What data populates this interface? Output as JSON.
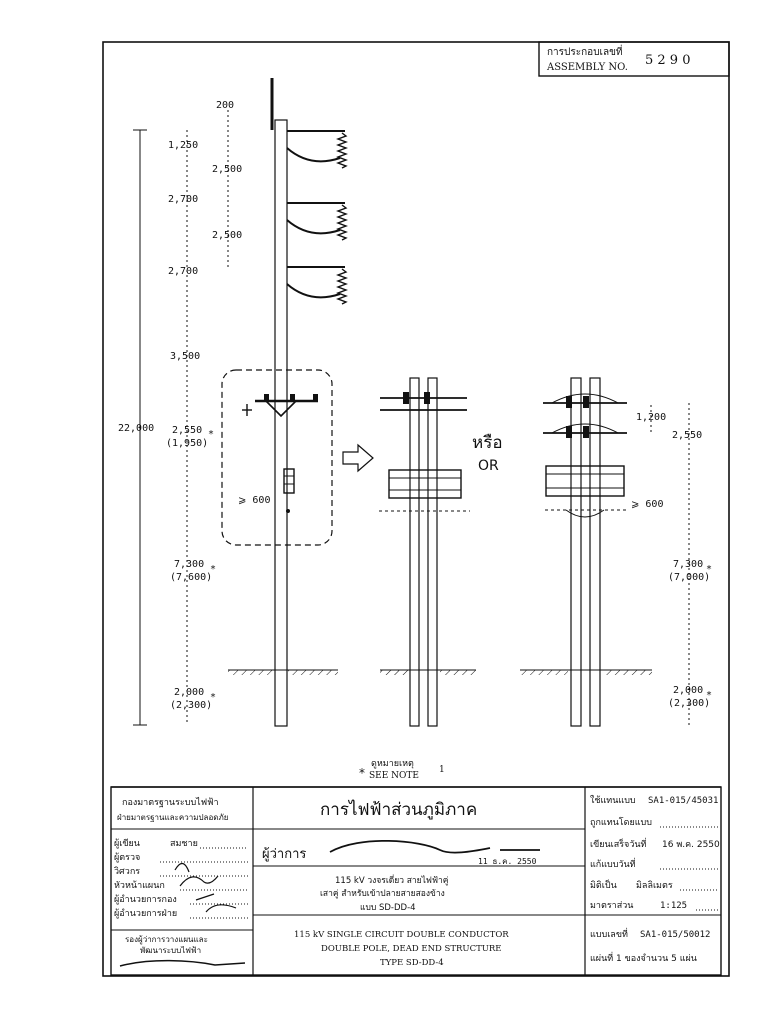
{
  "assembly": {
    "label_th": "การประกอบเลขที่",
    "label_en": "ASSEMBLY NO.",
    "number": "5 2 9 0"
  },
  "dims_left": {
    "total": "22,000",
    "top": "200",
    "d1250": "1,250",
    "d2500a": "2,500",
    "d2700a": "2,700",
    "d2500b": "2,500",
    "d2700b": "2,700",
    "d3500": "3,500",
    "d2550": "2,550",
    "d2550_alt": "(1,950)",
    "d600": "⩾ 600",
    "d7300": "7,300",
    "d7300_alt": "(7,600)",
    "d2000": "2,000",
    "d2000_alt": "(2,300)",
    "star": "*"
  },
  "dims_right": {
    "d1200": "1,200",
    "d2550": "2,550",
    "d600": "⩾ 600",
    "d7300": "7,300",
    "d7300_alt": "(7,000)",
    "d2000": "2,000",
    "d2000_alt": "(2,300)",
    "star": "*"
  },
  "or_label": {
    "th": "หรือ",
    "en": "OR"
  },
  "note": {
    "th": "ดูหมายเหตุ",
    "en": "SEE NOTE",
    "num": "1",
    "star": "*"
  },
  "title_block": {
    "org_line1": "กองมาตรฐานระบบไฟฟ้า",
    "org_line2": "ฝ่ายมาตรฐานและความปลอดภัย",
    "company": "การไฟฟ้าส่วนภูมิภาค",
    "signer_label": "ผู้ว่าการ",
    "stamp_date": "11 ธ.ค. 2550",
    "roles": [
      {
        "label": "ผู้เขียน",
        "value": "สมชาย"
      },
      {
        "label": "ผู้ตรวจ",
        "value": ""
      },
      {
        "label": "วิศวกร",
        "value": ""
      },
      {
        "label": "หัวหน้าแผนก",
        "value": ""
      },
      {
        "label": "ผู้อำนวยการกอง",
        "value": ""
      },
      {
        "label": "ผู้อำนวยการฝ่าย",
        "value": ""
      }
    ],
    "approver_line1": "รองผู้ว่าการวางแผนและ",
    "approver_line2": "พัฒนาระบบไฟฟ้า",
    "desc_th_1": "115 kV วงจรเดี่ยว สายไฟฟ้าคู่",
    "desc_th_2": "เสาคู่ สำหรับเข้าปลายสายสองข้าง",
    "desc_th_3": "แบบ SD-DD-4",
    "desc_en_1": "115 kV SINGLE CIRCUIT DOUBLE CONDUCTOR",
    "desc_en_2": "DOUBLE POLE, DEAD END STRUCTURE",
    "desc_en_3": "TYPE SD-DD-4",
    "right_rows": [
      {
        "label": "ใช้แทนแบบ",
        "value": "SA1-015/45031"
      },
      {
        "label": "ถูกแทนโดยแบบ",
        "value": ""
      },
      {
        "label": "เขียนเสร็จวันที่",
        "value": "16 พ.ค. 2550"
      },
      {
        "label": "แก้แบบวันที่",
        "value": ""
      },
      {
        "label": "มิติเป็น",
        "value": "มิลลิเมตร"
      },
      {
        "label": "มาตราส่วน",
        "value": "1:125"
      }
    ],
    "drawing_no_label": "แบบเลขที่",
    "drawing_no": "SA1-015/50012",
    "sheet_text": "แผ่นที่ 1 ของจำนวน 5 แผ่น"
  }
}
